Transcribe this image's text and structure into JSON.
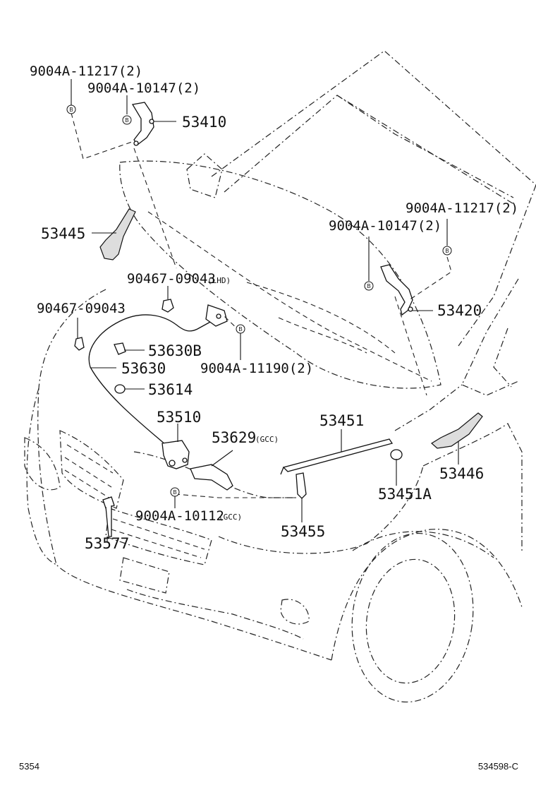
{
  "diagram": {
    "parts": {
      "p1": "9004A-11217(2)",
      "p2": "9004A-10147(2)",
      "p3": "53410",
      "p4": "53445",
      "p5": "90467-09043",
      "p5_note": "(LHD)",
      "p6": "90467-09043",
      "p7": "53630B",
      "p8": "53630",
      "p9": "9004A-11190(2)",
      "p10": "53614",
      "p11": "53510",
      "p12": "53629",
      "p12_note": "(GCC)",
      "p13": "53451",
      "p14": "9004A-11217(2)",
      "p15": "9004A-10147(2)",
      "p16": "53420",
      "p17": "53446",
      "p18": "53451A",
      "p19": "9004A-10112",
      "p19_note": "(GCC)",
      "p20": "53577",
      "p21": "53455"
    },
    "bolt_marker": "B",
    "footer_left": "5354",
    "footer_right": "534598-C"
  }
}
